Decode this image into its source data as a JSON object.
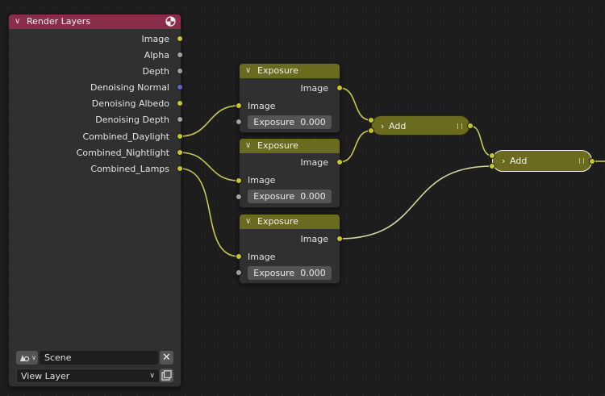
{
  "render_layers": {
    "title": "Render Layers",
    "outputs": [
      {
        "label": "Image",
        "color": "#c7c729"
      },
      {
        "label": "Alpha",
        "color": "#a1a1a1"
      },
      {
        "label": "Depth",
        "color": "#a1a1a1"
      },
      {
        "label": "Denoising Normal",
        "color": "#6363c7"
      },
      {
        "label": "Denoising Albedo",
        "color": "#c7c729"
      },
      {
        "label": "Denoising Depth",
        "color": "#a1a1a1"
      },
      {
        "label": "Combined_Daylight",
        "color": "#c7c729"
      },
      {
        "label": "Combined_Nightlight",
        "color": "#c7c729"
      },
      {
        "label": "Combined_Lamps",
        "color": "#c7c729"
      }
    ],
    "scene": "Scene",
    "view_layer": "View Layer",
    "header_color": "#8a2d48",
    "icons": [
      "render-layers-icon",
      "scene-icon",
      "close-icon",
      "chevron-down-icon",
      "new-layer-icon"
    ]
  },
  "exposure_nodes": [
    {
      "title": "Exposure",
      "output": "Image",
      "input": "Image",
      "field_label": "Exposure",
      "field_value": "0.000"
    },
    {
      "title": "Exposure",
      "output": "Image",
      "input": "Image",
      "field_label": "Exposure",
      "field_value": "0.000"
    },
    {
      "title": "Exposure",
      "output": "Image",
      "input": "Image",
      "field_label": "Exposure",
      "field_value": "0.000"
    }
  ],
  "add_nodes": [
    {
      "title": "Add",
      "selected": false
    },
    {
      "title": "Add",
      "selected": true
    }
  ],
  "colors": {
    "canvas": "#1d1d1d",
    "node_body": "#303030",
    "converter_header": "#6b6b1f",
    "socket_color": "#c7c729",
    "socket_value": "#a1a1a1",
    "socket_vector": "#6363c7",
    "wire": "#c9c94f"
  }
}
